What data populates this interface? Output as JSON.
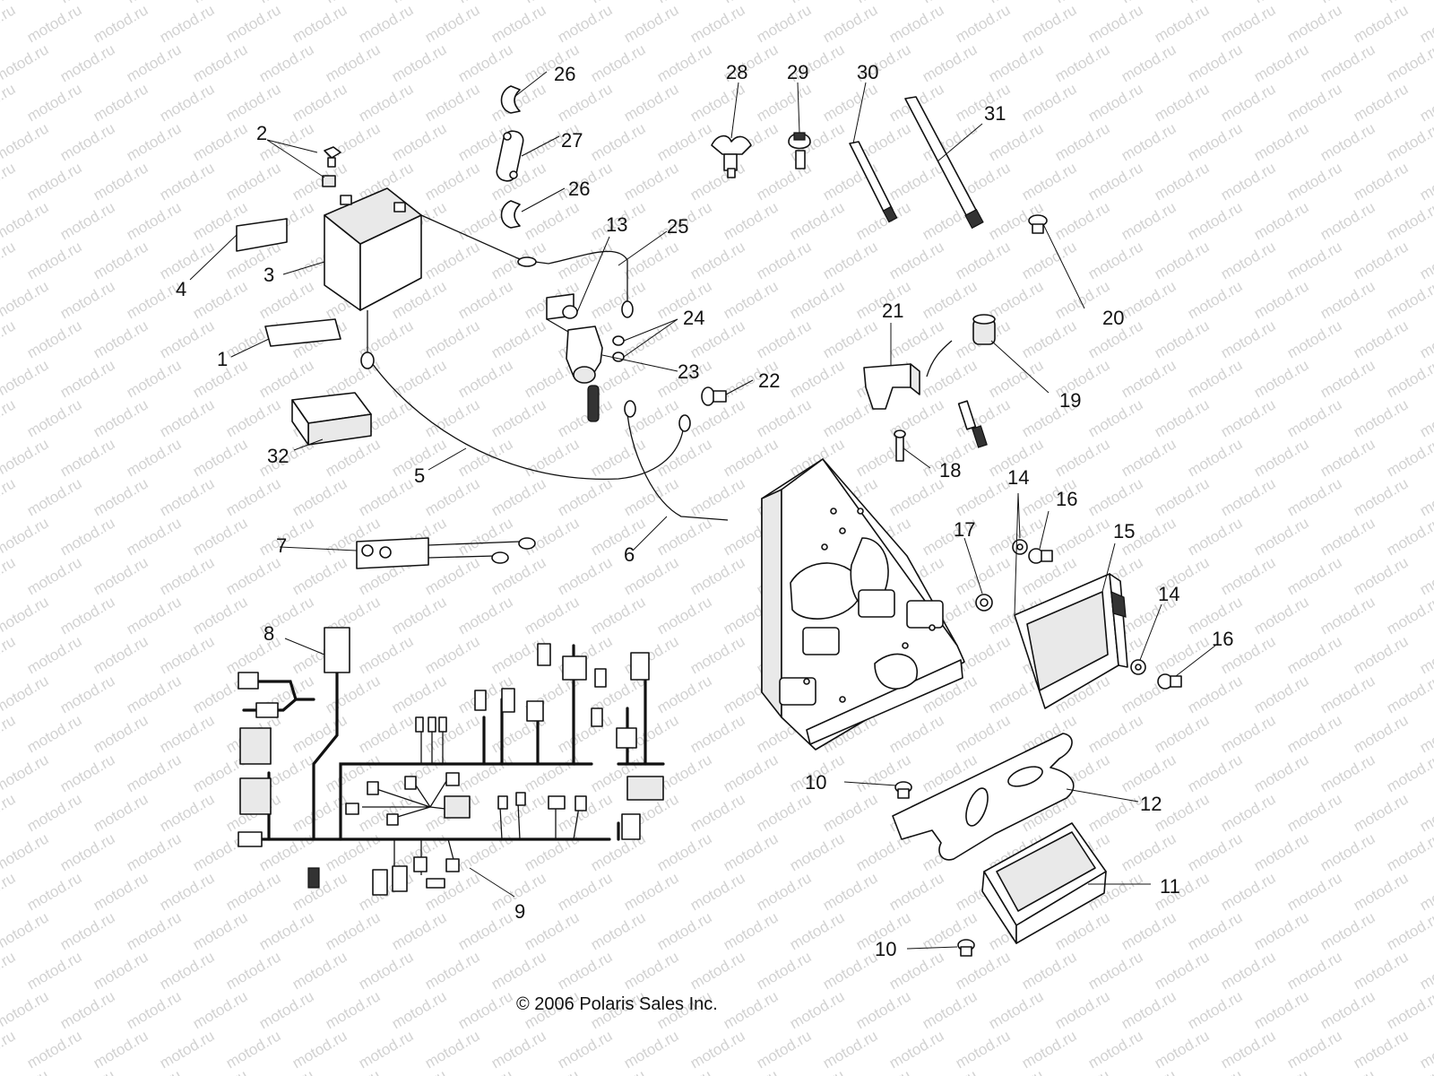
{
  "watermark": "motod.ru",
  "copyright": "© 2006 Polaris Sales Inc.",
  "callouts": [
    "1",
    "2",
    "3",
    "4",
    "5",
    "6",
    "7",
    "8",
    "9",
    "10",
    "10",
    "11",
    "12",
    "13",
    "14",
    "14",
    "15",
    "16",
    "16",
    "17",
    "18",
    "19",
    "20",
    "21",
    "22",
    "23",
    "24",
    "25",
    "26",
    "26",
    "27",
    "28",
    "29",
    "30",
    "31",
    "32"
  ]
}
